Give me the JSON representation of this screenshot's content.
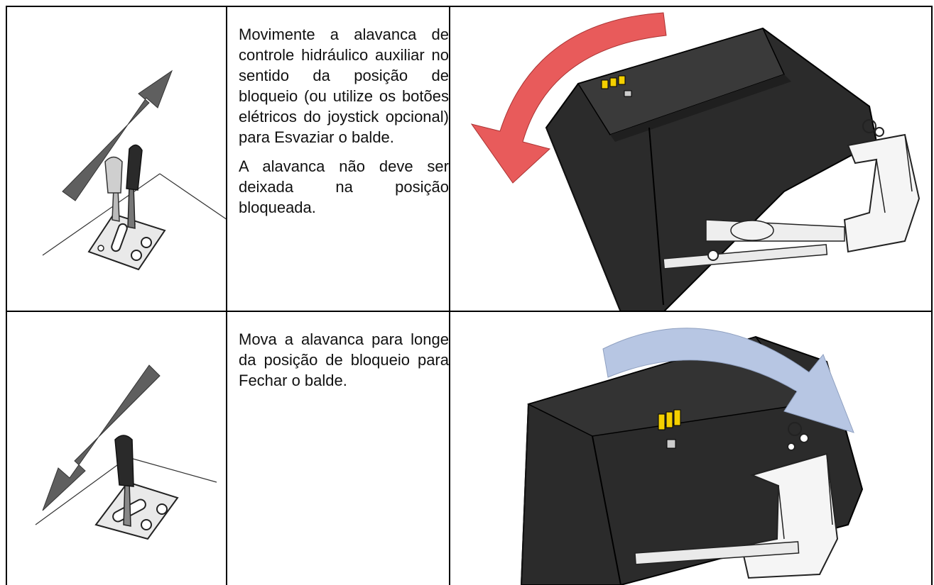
{
  "rows": [
    {
      "paragraphs": [
        "Movimente a alavanca de controle hidráulico auxiliar no sentido da posição de bloqueio (ou utilize os botões elétricos do joystick opcional) para Esvaziar o balde.",
        "A alavanca não deve ser deixada na posição bloqueada."
      ],
      "arrow_color": "#e85b5b"
    },
    {
      "paragraphs": [
        "Mova a alavanca para longe da posição de bloqueio para Fechar o balde."
      ],
      "arrow_color": "#b7c6e3"
    }
  ]
}
